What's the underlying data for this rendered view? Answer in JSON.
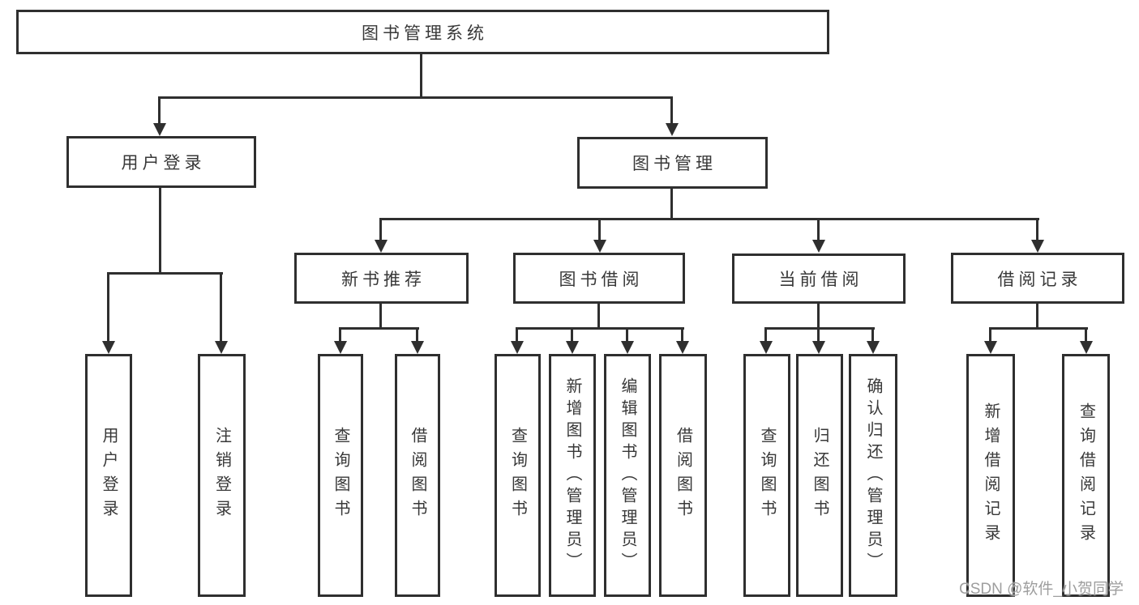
{
  "diagram": {
    "type": "hierarchy-tree",
    "title": "图书管理系统"
  },
  "nodes": {
    "root": "图书管理系统",
    "level2": [
      "用户登录",
      "图书管理"
    ],
    "level3": [
      "新书推荐",
      "图书借阅",
      "当前借阅",
      "借阅记录"
    ],
    "leaves_user_login": [
      "用户登录",
      "注销登录"
    ],
    "leaves_new_book": [
      "查询图书",
      "借阅图书"
    ],
    "leaves_book_borrow": [
      "查询图书",
      "新增图书（管理员）",
      "编辑图书（管理员）",
      "借阅图书"
    ],
    "leaves_current_borrow": [
      "查询图书",
      "归还图书",
      "确认归还（管理员）"
    ],
    "leaves_borrow_record": [
      "新增借阅记录",
      "查询借阅记录"
    ]
  },
  "watermark": "CSDN @软件_小贺同学",
  "colors": {
    "line": "#2f2f2f",
    "box_border": "#2f2f2f",
    "box_fill": "#ffffff",
    "text": "#383838",
    "background": "#ffffff",
    "watermark": "#9e9e9e"
  }
}
